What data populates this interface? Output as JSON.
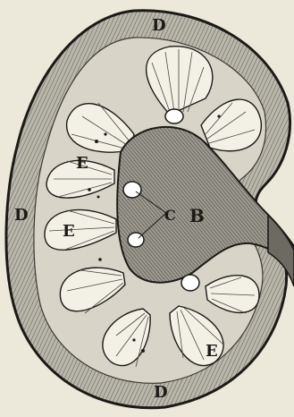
{
  "figure": {
    "labels": {
      "D_top": "D",
      "D_left": "D",
      "D_bottom": "D",
      "E_upper": "E",
      "E_middle": "E",
      "E_lower": "E",
      "C": "C",
      "B": "B"
    }
  },
  "colors": {
    "paper": "#ece9da",
    "ink": "#1c1a17",
    "cortex": "#b9b6aa",
    "pyramid": "#f3f1e6",
    "pelvis": "#8d8a80"
  }
}
